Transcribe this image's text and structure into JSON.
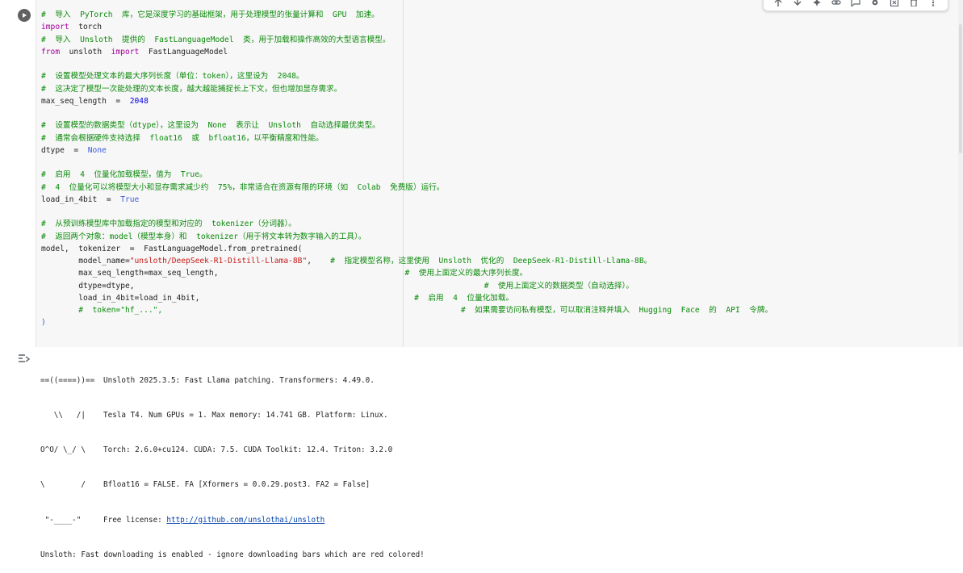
{
  "code_cell": {
    "lines": [
      [
        {
          "t": "c",
          "v": "#  导入  PyTorch  库，它是深度学习的基础框架，用于处理模型的张量计算和  GPU  加速。"
        }
      ],
      [
        {
          "t": "k",
          "v": "import"
        },
        {
          "t": "p",
          "v": "  torch"
        }
      ],
      [
        {
          "t": "c",
          "v": "#  导入  Unsloth  提供的  FastLanguageModel  类，用于加载和操作高效的大型语言模型。"
        }
      ],
      [
        {
          "t": "k",
          "v": "from"
        },
        {
          "t": "p",
          "v": "  unsloth  "
        },
        {
          "t": "k",
          "v": "import"
        },
        {
          "t": "p",
          "v": "  FastLanguageModel"
        }
      ],
      [],
      [
        {
          "t": "c",
          "v": "#  设置模型处理文本的最大序列长度（单位：token），这里设为  2048。"
        }
      ],
      [
        {
          "t": "c",
          "v": "#  这决定了模型一次能处理的文本长度，越大越能捕捉长上下文，但也增加显存需求。"
        }
      ],
      [
        {
          "t": "p",
          "v": "max_seq_length  =  "
        },
        {
          "t": "n",
          "v": "2048"
        }
      ],
      [],
      [
        {
          "t": "c",
          "v": "#  设置模型的数据类型（dtype），这里设为  None  表示让  Unsloth  自动选择最优类型。"
        }
      ],
      [
        {
          "t": "c",
          "v": "#  通常会根据硬件支持选择  float16  或  bfloat16，以平衡精度和性能。"
        }
      ],
      [
        {
          "t": "p",
          "v": "dtype  =  "
        },
        {
          "t": "b",
          "v": "None"
        }
      ],
      [],
      [
        {
          "t": "c",
          "v": "#  启用  4  位量化加载模型，值为  True。"
        }
      ],
      [
        {
          "t": "c",
          "v": "#  4  位量化可以将模型大小和显存需求减少约  75%，非常适合在资源有限的环境（如  Colab  免费版）运行。"
        }
      ],
      [
        {
          "t": "p",
          "v": "load_in_4bit  =  "
        },
        {
          "t": "b",
          "v": "True"
        }
      ],
      [],
      [
        {
          "t": "c",
          "v": "#  从预训练模型库中加载指定的模型和对应的  tokenizer（分词器）。"
        }
      ],
      [
        {
          "t": "c",
          "v": "#  返回两个对象：model（模型本身）和  tokenizer（用于将文本转为数字输入的工具）。"
        }
      ],
      [
        {
          "t": "p",
          "v": "model,  tokenizer  =  FastLanguageModel.from_pretrained("
        }
      ],
      [
        {
          "t": "p",
          "v": "        model_name="
        },
        {
          "t": "s",
          "v": "\"unsloth/DeepSeek-R1-Distill-Llama-8B\""
        },
        {
          "t": "p",
          "v": ",    "
        },
        {
          "t": "c",
          "v": "#  指定模型名称，这里使用  Unsloth  优化的  DeepSeek-R1-Distill-Llama-8B。"
        }
      ],
      [
        {
          "t": "p",
          "v": "        max_seq_length=max_seq_length,                                        "
        },
        {
          "t": "c",
          "v": "#  使用上面定义的最大序列长度。"
        }
      ],
      [
        {
          "t": "p",
          "v": "        dtype=dtype,                                                                           "
        },
        {
          "t": "c",
          "v": "#  使用上面定义的数据类型（自动选择）。"
        }
      ],
      [
        {
          "t": "p",
          "v": "        load_in_4bit=load_in_4bit,                                              "
        },
        {
          "t": "c",
          "v": "#  启用  4  位量化加载。"
        }
      ],
      [
        {
          "t": "c",
          "v": "        #  token=\"hf_...\","
        },
        {
          "t": "p",
          "v": "                                                                "
        },
        {
          "t": "c",
          "v": "#  如果需要访问私有模型，可以取消注释并填入  Hugging  Face  的  API  令牌。"
        }
      ],
      [
        {
          "t": "b",
          "v": ")"
        }
      ]
    ]
  },
  "output": {
    "logo_lines": [
      "==((====))==",
      "   \\\\   /|",
      "O^O/ \\_/ \\",
      "\\        /",
      " \"-____-\""
    ],
    "info_lines": [
      "Unsloth 2025.3.5: Fast Llama patching. Transformers: 4.49.0.",
      "Tesla T4. Num GPUs = 1. Max memory: 14.741 GB. Platform: Linux.",
      "Torch: 2.6.0+cu124. CUDA: 7.5. CUDA Toolkit: 12.4. Triton: 3.2.0",
      "Bfloat16 = FALSE. FA [Xformers = 0.0.29.post3. FA2 = False]"
    ],
    "license_prefix": "Free license: ",
    "license_url": "http://github.com/unslothai/unsloth",
    "final_line": "Unsloth: Fast downloading is enabled - ignore downloading bars which are red colored!"
  },
  "toolbar": {
    "icons": [
      "arrow-up-icon",
      "arrow-down-icon",
      "gemini-sparkle-icon",
      "link-icon",
      "comment-icon",
      "gear-icon",
      "mirror-cell-icon",
      "trash-icon",
      "more-vert-icon"
    ]
  },
  "colors": {
    "comment": "#0b8a0b",
    "keyword": "#a3009a",
    "number": "#0000e5",
    "string": "#c41a16",
    "builtin": "#3b5bdb"
  }
}
